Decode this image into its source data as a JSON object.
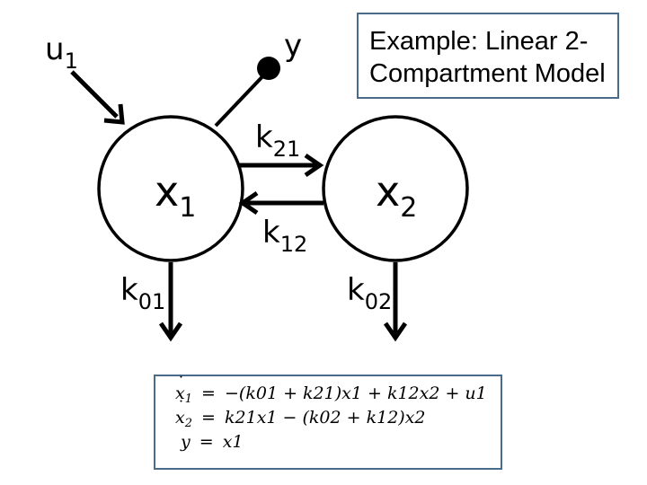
{
  "title": {
    "text": "Example: Linear 2-Compartment Model"
  },
  "nodes": {
    "x1": {
      "base": "x",
      "sub": "1"
    },
    "x2": {
      "base": "x",
      "sub": "2"
    }
  },
  "labels": {
    "u1": {
      "base": "u",
      "sub": "1"
    },
    "y": {
      "base": "y"
    },
    "k21": {
      "base": "k",
      "sub": "21"
    },
    "k12": {
      "base": "k",
      "sub": "12"
    },
    "k01": {
      "base": "k",
      "sub": "01"
    },
    "k02": {
      "base": "k",
      "sub": "02"
    }
  },
  "equations": {
    "eq1": {
      "lhs": "x",
      "lhs_sub": "1",
      "dot": true,
      "rhs": "−(k01 + k21)x1 + k12x2 + u1"
    },
    "eq2": {
      "lhs": "x",
      "lhs_sub": "2",
      "dot": true,
      "rhs": "k21x1 − (k02 + k12)x2"
    },
    "eq3": {
      "lhs": "y",
      "lhs_sub": "",
      "dot": false,
      "rhs": "x1"
    }
  },
  "colors": {
    "box_border": "#4a6a8a",
    "stroke": "#000000"
  }
}
